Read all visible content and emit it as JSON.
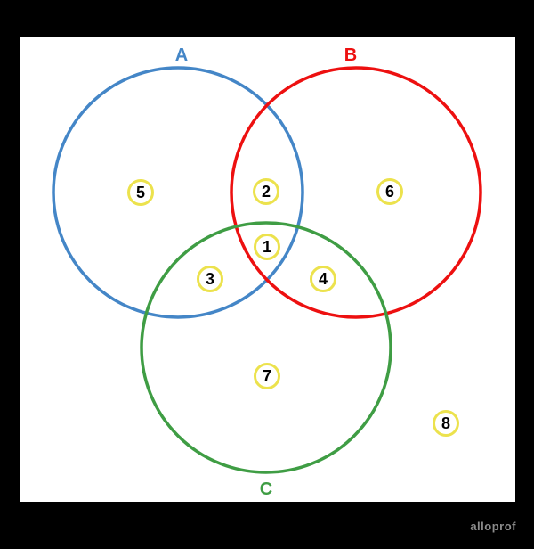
{
  "diagram": {
    "type": "three-set venn diagram",
    "background_color": "#ffffff",
    "frame_color": "#000000",
    "sets": [
      {
        "label": "A",
        "color": "#4486c7"
      },
      {
        "label": "B",
        "color": "#ed1010"
      },
      {
        "label": "C",
        "color": "#3f9d44"
      }
    ],
    "points": [
      {
        "label": "1",
        "region": "A ∩ B ∩ C"
      },
      {
        "label": "2",
        "region": "A ∩ B"
      },
      {
        "label": "3",
        "region": "A ∩ C"
      },
      {
        "label": "4",
        "region": "B ∩ C"
      },
      {
        "label": "5",
        "region": "A only"
      },
      {
        "label": "6",
        "region": "B only"
      },
      {
        "label": "7",
        "region": "C only"
      },
      {
        "label": "8",
        "region": "outside all sets"
      }
    ],
    "point_badge": {
      "ring_color": "#ece24d",
      "fill_color": "#ffffff",
      "text_color": "#000000"
    }
  },
  "watermark": {
    "text": "alloprof",
    "color": "#8c8c8c"
  }
}
